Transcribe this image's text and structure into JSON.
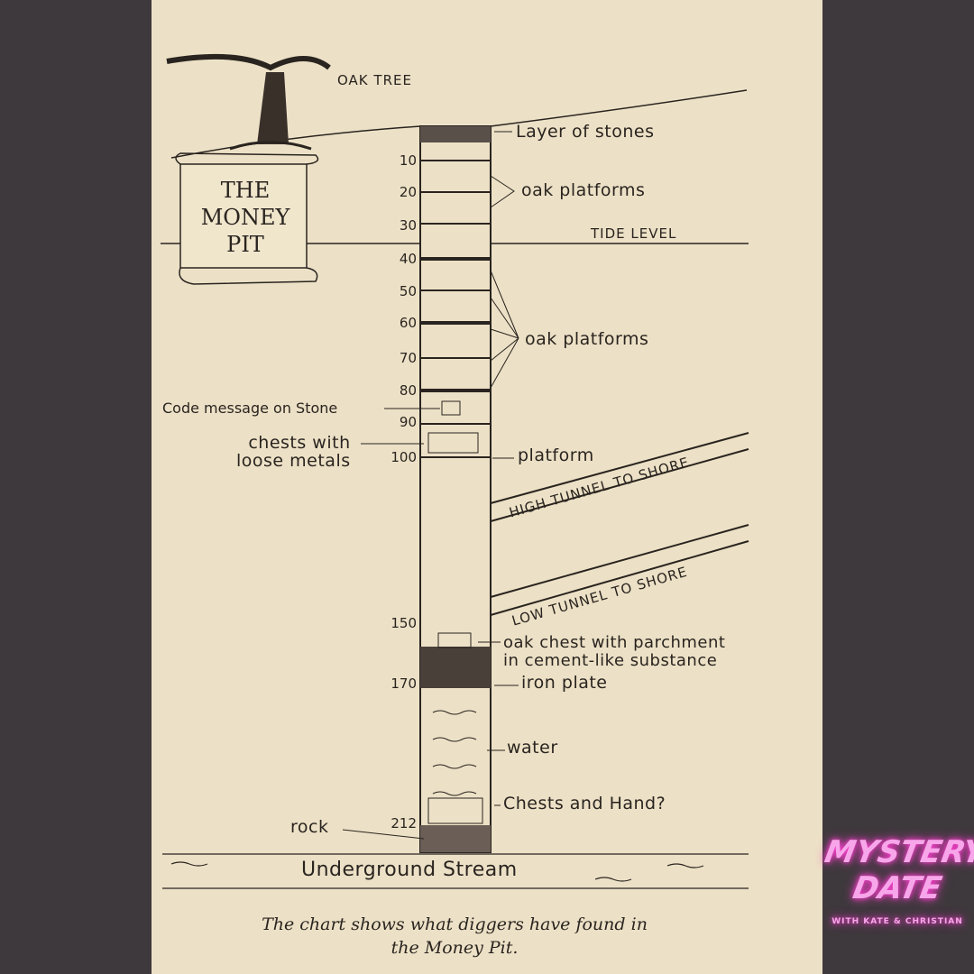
{
  "diagram": {
    "scroll_title": [
      "THE",
      "MONEY",
      "PIT"
    ],
    "top_labels": {
      "oak_tree": "OAK TREE",
      "layer_of_stones": "Layer of stones",
      "oak_platforms_upper": "oak platforms",
      "tide_level": "TIDE LEVEL",
      "oak_platforms_lower": "oak platforms",
      "platform": "platform",
      "high_tunnel": "HIGH TUNNEL TO SHORE",
      "low_tunnel": "LOW TUNNEL TO SHORE"
    },
    "left_labels": {
      "code_message": "Code message on Stone",
      "chests_line1": "chests with",
      "chests_line2": "loose metals",
      "rock": "rock"
    },
    "lower_labels": {
      "oak_chest_line1": "oak chest with parchment",
      "oak_chest_line2": "in cement-like substance",
      "iron_plate": "iron plate",
      "water": "water",
      "chests_hand": "Chests and Hand?",
      "stream": "Underground Stream"
    },
    "depths": [
      "10",
      "20",
      "30",
      "40",
      "50",
      "60",
      "70",
      "80",
      "90",
      "100",
      "150",
      "170",
      "212"
    ],
    "caption": [
      "The chart shows what diggers have found in",
      "the Money Pit."
    ]
  },
  "logo": {
    "line1": "MYSTERY",
    "line2": "DATE",
    "tagline": "WITH KATE & CHRISTIAN",
    "color": "#f7a6ea"
  }
}
